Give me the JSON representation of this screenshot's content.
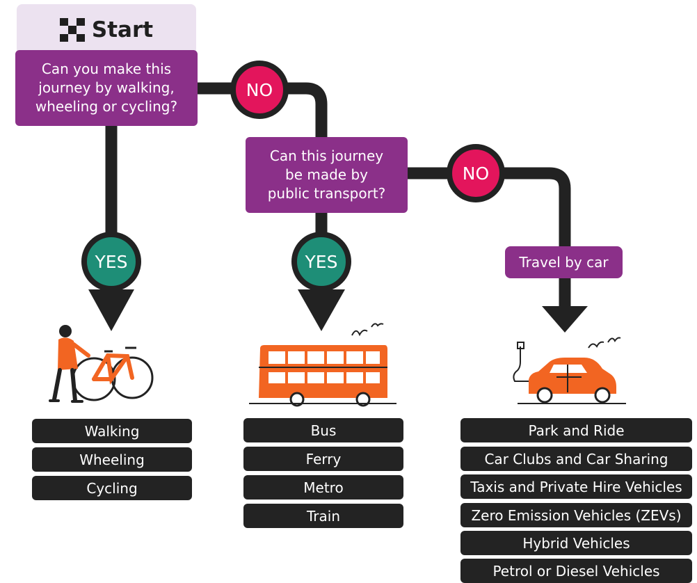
{
  "start": {
    "label": "Start"
  },
  "questions": {
    "q1": "Can you make this\njourney by walking,\nwheeling or cycling?",
    "q2": "Can this journey\nbe made by\npublic transport?",
    "car": "Travel by car"
  },
  "badges": {
    "no1": "NO",
    "no2": "NO",
    "yes1": "YES",
    "yes2": "YES"
  },
  "options": {
    "active": [
      "Walking",
      "Wheeling",
      "Cycling"
    ],
    "public": [
      "Bus",
      "Ferry",
      "Metro",
      "Train"
    ],
    "car": [
      "Park and Ride",
      "Car Clubs and Car Sharing",
      "Taxis and Private Hire Vehicles",
      "Zero Emission Vehicles (ZEVs)",
      "Hybrid Vehicles",
      "Petrol or Diesel Vehicles"
    ]
  },
  "colors": {
    "purple": "#8b3089",
    "lavender": "#ece2f0",
    "pink": "#e3155c",
    "teal": "#1e8e77",
    "dark": "#232323",
    "orange": "#f26522"
  },
  "icons": [
    "checkered-flag-icon",
    "person-with-bicycle-illustration",
    "double-decker-bus-illustration",
    "electric-car-illustration",
    "birds-icon"
  ]
}
